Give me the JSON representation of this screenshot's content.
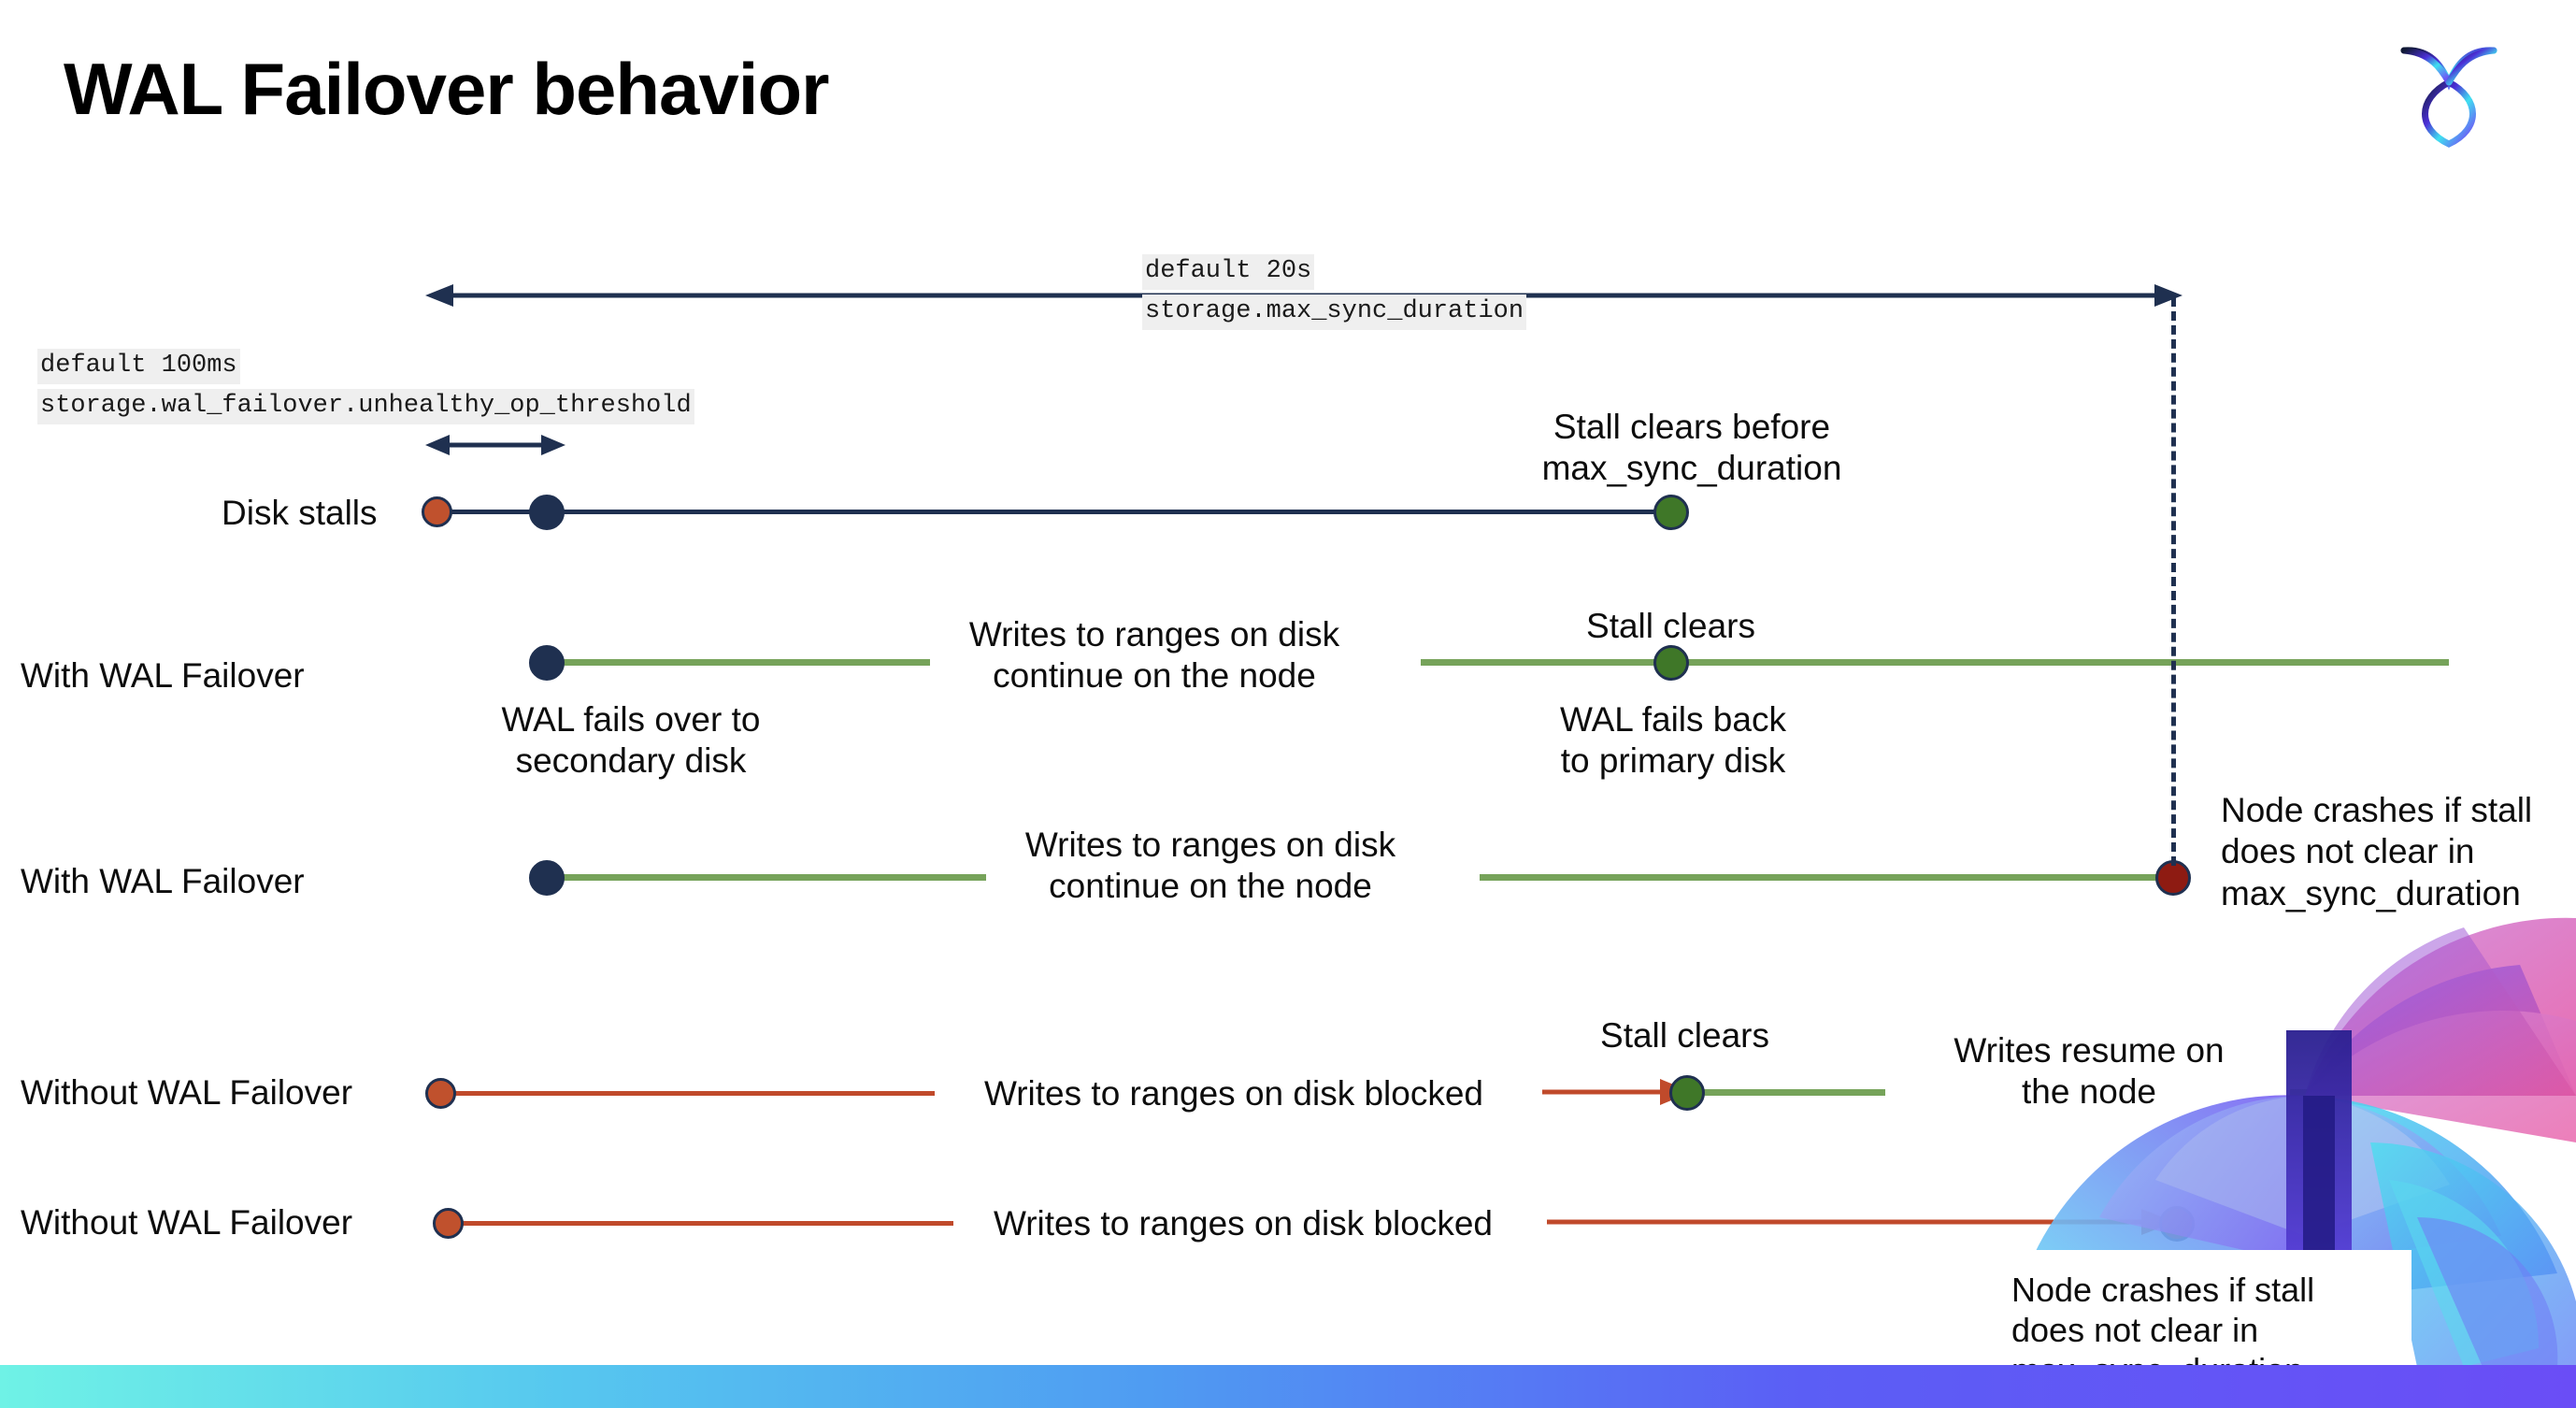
{
  "slide": {
    "title": "WAL Failover behavior",
    "logo_name": "cockroachdb-logo"
  },
  "annotations": {
    "max_sync_default": "default 20s",
    "max_sync_setting": "storage.max_sync_duration",
    "unhealthy_default": "default 100ms",
    "unhealthy_setting": "storage.wal_failover.unhealthy_op_threshold"
  },
  "rows": [
    {
      "label": "Disk stalls"
    },
    {
      "label": "With WAL Failover"
    },
    {
      "label": "With WAL Failover"
    },
    {
      "label": "Without WAL Failover"
    },
    {
      "label": "Without WAL Failover"
    }
  ],
  "notes": {
    "stall_clears_before": "Stall clears before\nmax_sync_duration",
    "stall_clears_1": "Stall clears",
    "stall_clears_2": "Stall clears",
    "wal_fails_over": "WAL fails over to\nsecondary disk",
    "wal_fails_back": "WAL fails  back\nto primary disk",
    "writes_continue_1": "Writes to ranges on disk\ncontinue on the node",
    "writes_continue_2": "Writes to ranges on disk\ncontinue on the node",
    "node_crashes_1": "Node crashes if stall\ndoes not clear in\nmax_sync_duration",
    "node_crashes_2": "Node crashes if stall\ndoes not clear in\nmax_sync_duration",
    "writes_blocked_1": "Writes to ranges on disk  blocked",
    "writes_blocked_2": "Writes to ranges on disk  blocked",
    "writes_resume": "Writes resume on\nthe node"
  },
  "colors": {
    "navy": "#1f3050",
    "orange": "#c0512d",
    "green_dot": "#3f7728",
    "green_line": "#76a35a",
    "dark_red": "#8e1b12",
    "red_line": "#c04a2b",
    "code_bg": "#efefef",
    "bar_start": "#6ff2e6",
    "bar_end": "#6a4df6"
  }
}
